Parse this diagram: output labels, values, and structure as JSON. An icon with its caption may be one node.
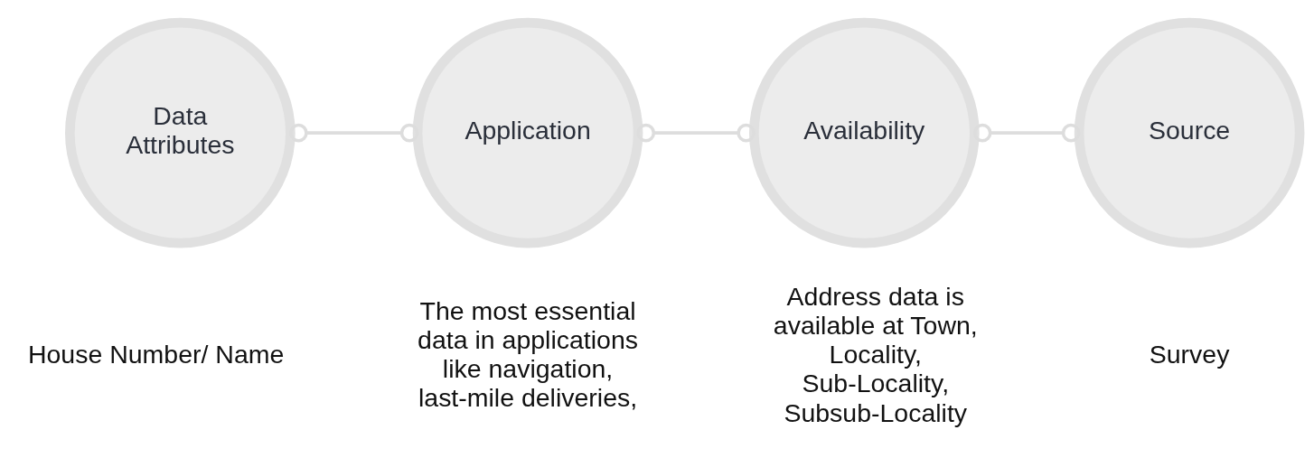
{
  "diagram": {
    "nodes": [
      {
        "text": [
          "Data Attributes"
        ],
        "beside": [
          "House Number/ Name"
        ]
      },
      {
        "text": [
          "Application"
        ],
        "beside": [
          "The most essential data in applications like navigation, last-mile deliveries,"
        ]
      },
      {
        "text": [
          "Availability"
        ],
        "beside": [
          "Address data is available at Town, Locality, Sub-Locality, Subsub-Locality"
        ]
      },
      {
        "text": [
          "Source"
        ],
        "beside": [
          "Survey"
        ]
      }
    ],
    "edges": [
      {
        "from": 0,
        "to": 1,
        "arrow": "other"
      },
      {
        "from": 1,
        "to": 2,
        "arrow": "other"
      },
      {
        "from": 2,
        "to": 3,
        "arrow": "other"
      }
    ]
  }
}
